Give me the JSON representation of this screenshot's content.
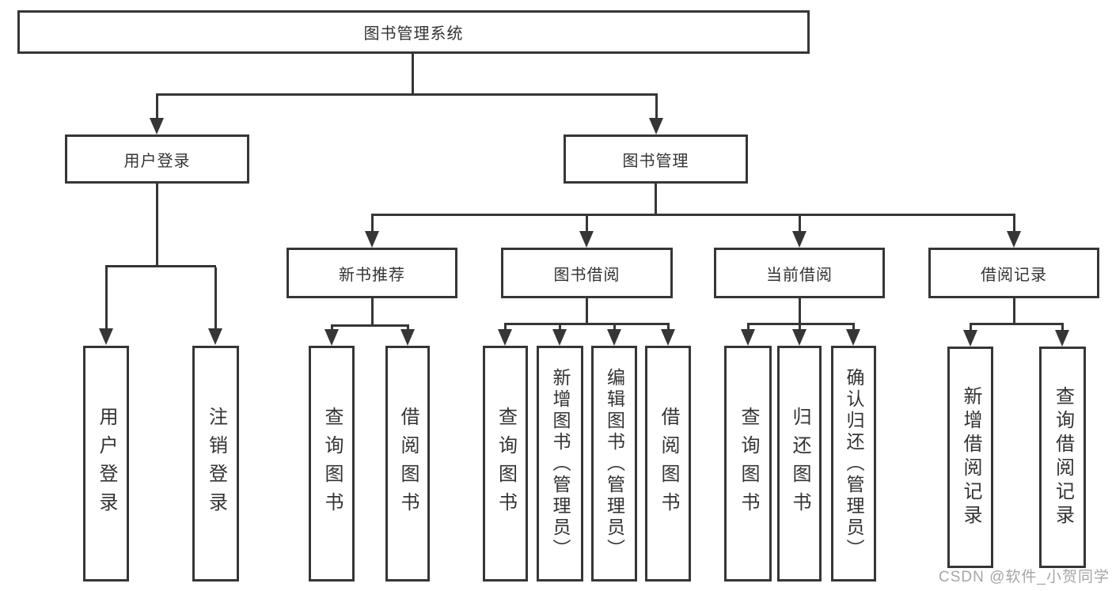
{
  "title": "图书管理系统",
  "watermark": "CSDN @软件_小贺同学",
  "colors": {
    "line": "#363636",
    "box_background": "#ffffff",
    "text": "#333333",
    "watermark": "#a6a6a6"
  },
  "nodes": {
    "root": "图书管理系统",
    "level2": {
      "user_login": "用户登录",
      "book_management": "图书管理"
    },
    "level3": {
      "new_book_recommend": "新书推荐",
      "book_borrowing": "图书借阅",
      "current_borrowing": "当前借阅",
      "borrowing_records": "借阅记录"
    },
    "leaves": {
      "user_login": "用户登录",
      "logout": "注销登录",
      "recommend_query_books": "查询图书",
      "recommend_borrow_books": "借阅图书",
      "borrowing_query_books": "查询图书",
      "borrowing_add_books_admin": "新增图书（管理员）",
      "borrowing_edit_books_admin": "编辑图书（管理员）",
      "borrowing_borrow_books": "借阅图书",
      "current_query_books": "查询图书",
      "current_return_books": "归还图书",
      "current_confirm_return_admin": "确认归还（管理员）",
      "records_add_borrow_record": "新增借阅记录",
      "records_query_borrow_record": "查询借阅记录"
    }
  }
}
